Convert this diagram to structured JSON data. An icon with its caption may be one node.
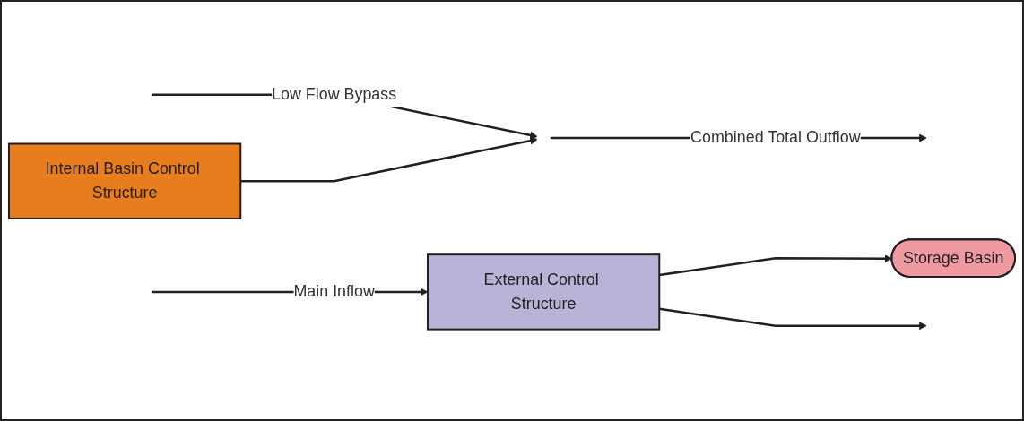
{
  "diagram": {
    "nodes": [
      {
        "text": [
          "External Control Structure"
        ]
      },
      {
        "text": [
          "Storage Basin"
        ]
      },
      {
        "text": [
          "Internal Basin Control Structure"
        ]
      },
      {
        "text": [],
        "shape": "point"
      }
    ],
    "edges": [
      {
        "from": null,
        "to": 0,
        "arrow": "to",
        "label": "Main Inflow"
      },
      {
        "from": 0,
        "to": 1,
        "arrow": "to"
      },
      {
        "from": 0,
        "to": null,
        "arrow": "to"
      },
      {
        "from": null,
        "to": 3,
        "arrow": "to",
        "label": "Low Flow Bypass"
      },
      {
        "from": 2,
        "to": 3,
        "arrow": "to"
      },
      {
        "from": 3,
        "to": null,
        "arrow": "to",
        "label": "Combined Total Outflow"
      }
    ]
  }
}
